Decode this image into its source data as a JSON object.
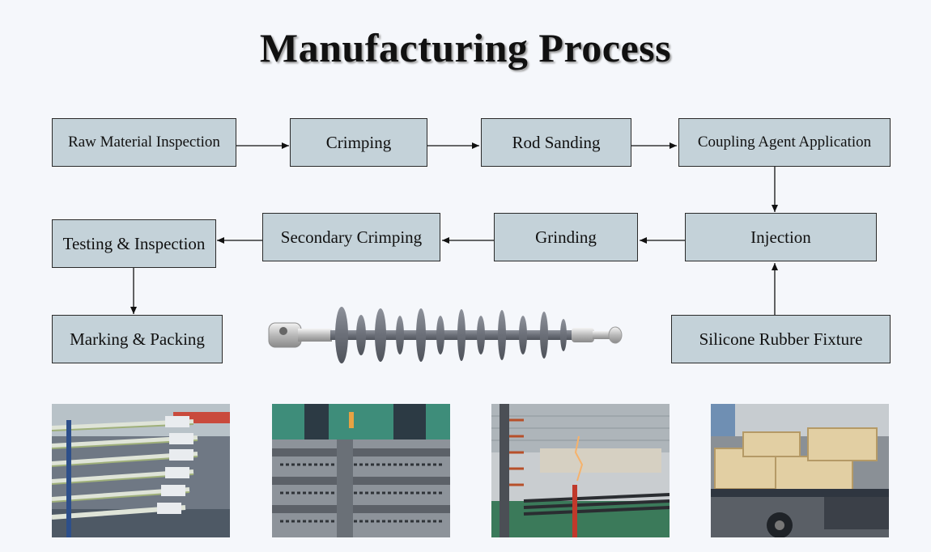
{
  "title": "Manufacturing Process",
  "steps": {
    "raw_material_inspection": "Raw Material Inspection",
    "crimping": "Crimping",
    "rod_sanding": "Rod Sanding",
    "coupling_agent_application": "Coupling Agent Application",
    "injection": "Injection",
    "grinding": "Grinding",
    "secondary_crimping": "Secondary Crimping",
    "testing_inspection": "Testing & Inspection",
    "marking_packing": "Marking & Packing",
    "silicone_rubber_fixture": "Silicone Rubber Fixture"
  },
  "colors": {
    "box_fill": "#c4d2d9",
    "box_border": "#2a2a2a",
    "background": "#f5f7fb"
  },
  "photos": [
    "rack-of-crimped-rods",
    "injection-mold-machine",
    "high-voltage-test-hall",
    "packed-crates-on-truck"
  ]
}
